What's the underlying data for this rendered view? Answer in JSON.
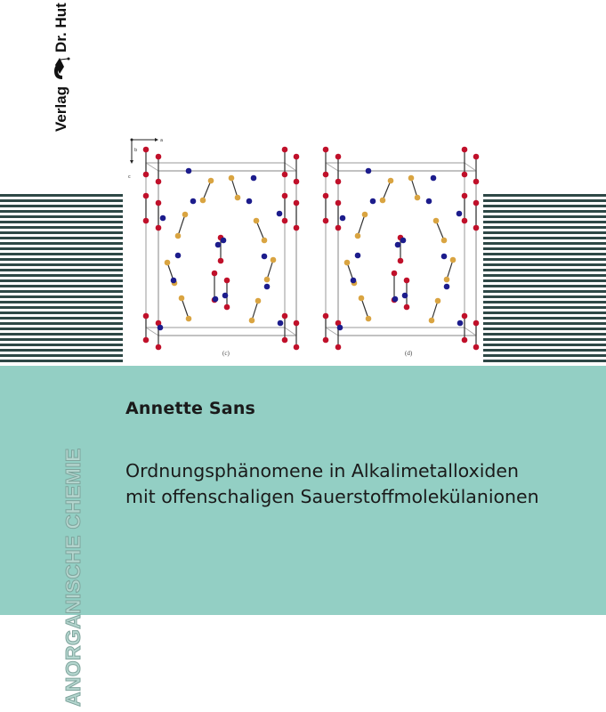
{
  "publisher": {
    "name_left": "Verlag",
    "name_right": "Dr. Hut"
  },
  "cover": {
    "author": "Annette Sans",
    "title_lines": [
      "Ordnungsphänomene in Alkalimetalloxiden",
      "mit offenschaligen Sauerstoffmolekülanionen"
    ],
    "series": "ANORGANISCHE CHEMIE",
    "colors": {
      "band": "#93cfc4",
      "stripes": "#2e4846",
      "oxygen_red": "#c0102a",
      "cation_blue": "#1c1c8c",
      "gold": "#d9a441"
    }
  },
  "figure": {
    "panel_labels": [
      "(c)",
      "(d)"
    ],
    "axis_labels": [
      "a",
      "b",
      "c"
    ]
  }
}
